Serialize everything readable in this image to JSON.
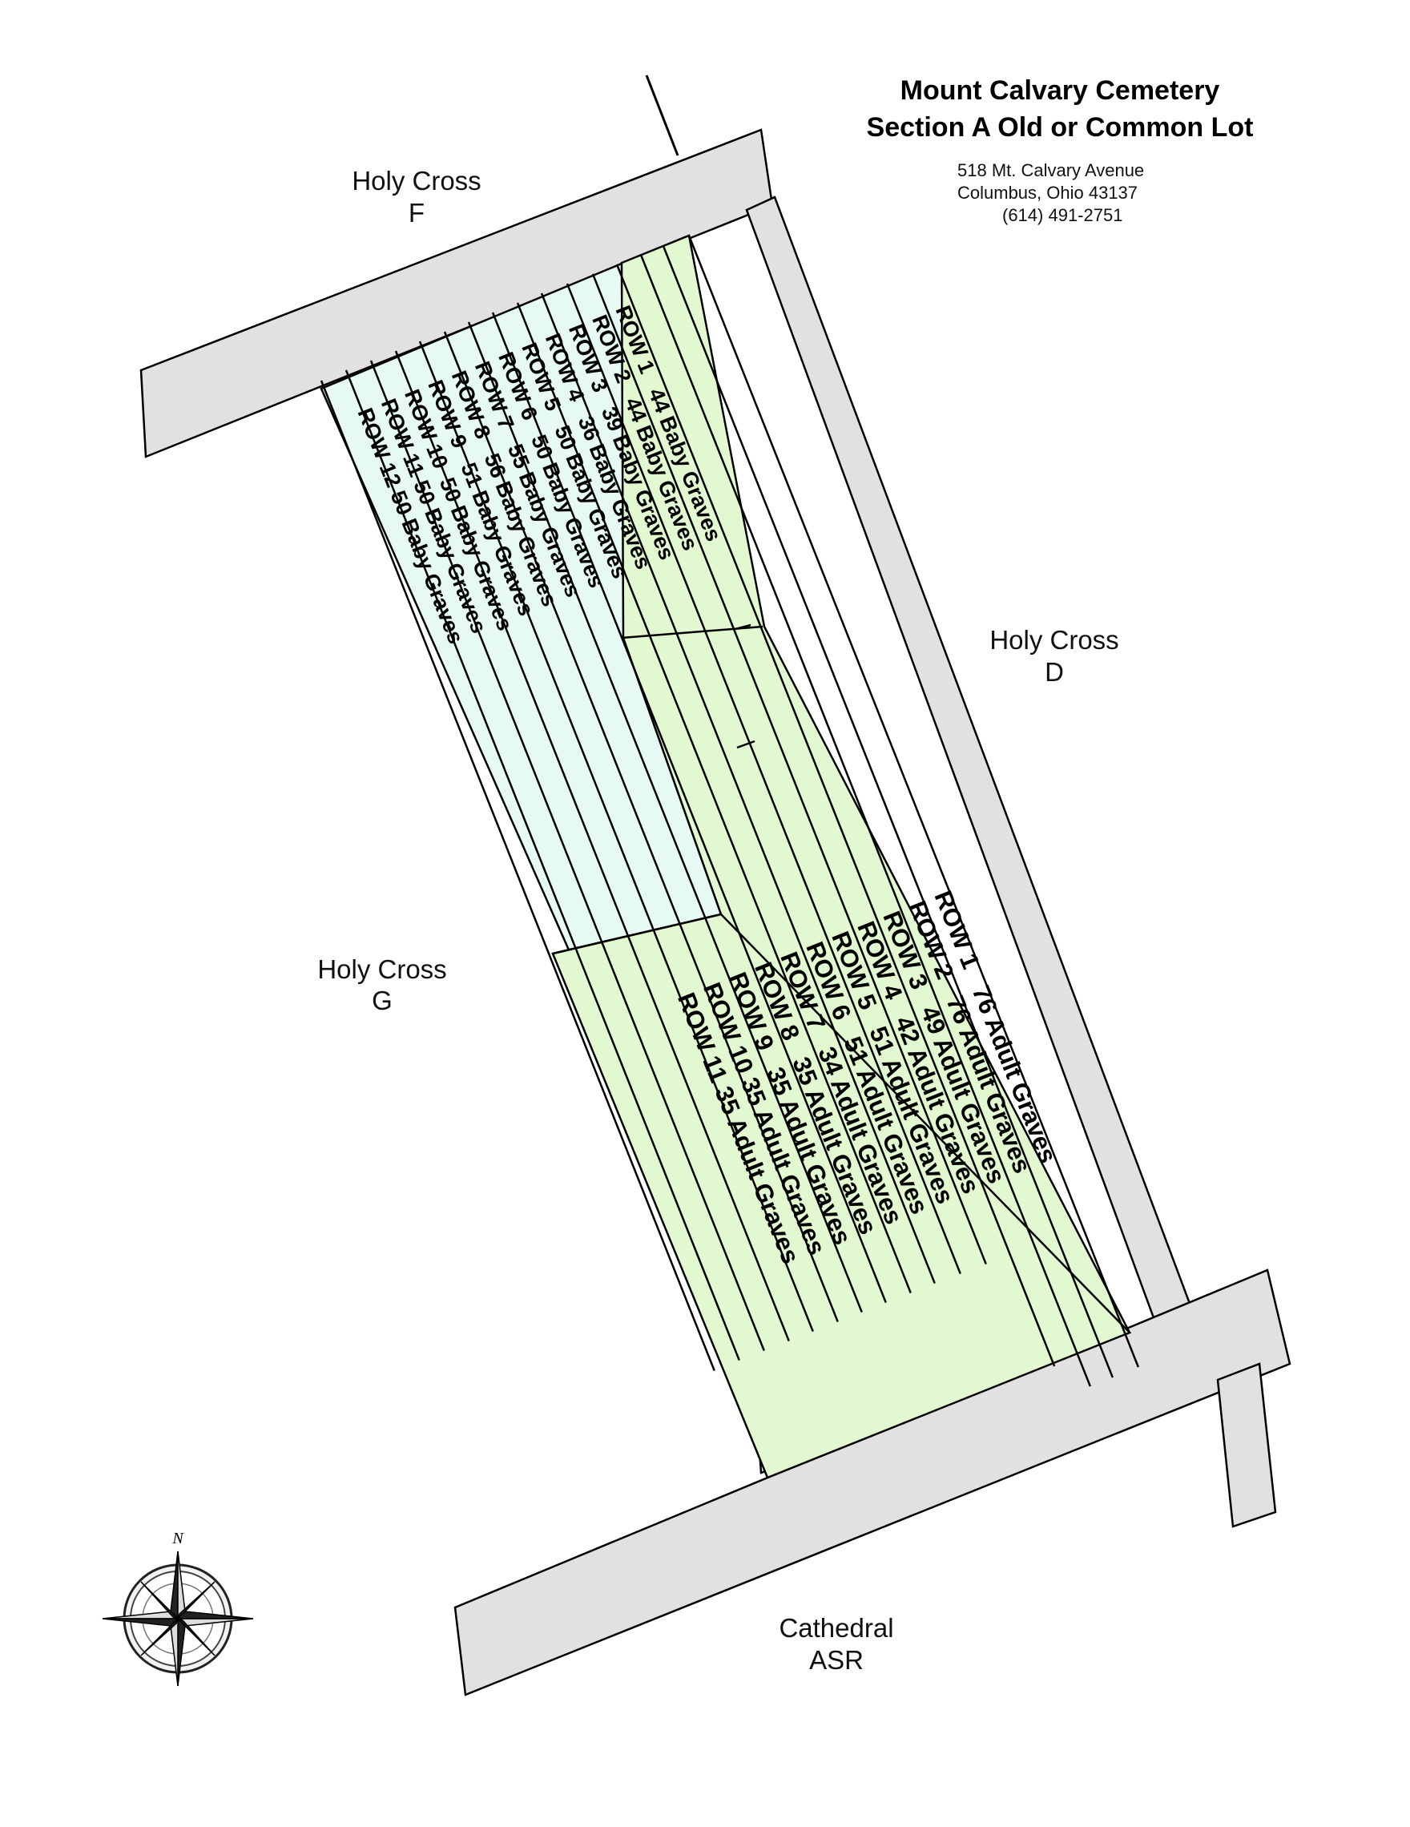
{
  "header": {
    "title_line1": "Mount Calvary Cemetery",
    "title_line2": "Section A Old or Common Lot",
    "address_line1": "518 Mt. Calvary Avenue",
    "address_line2": "Columbus, Ohio 43137",
    "phone": "(614) 491-2751"
  },
  "neighbors": {
    "holy_cross_f": {
      "line1": "Holy Cross",
      "line2": "F"
    },
    "holy_cross_d": {
      "line1": "Holy Cross",
      "line2": "D"
    },
    "holy_cross_g": {
      "line1": "Holy Cross",
      "line2": "G"
    },
    "cathedral_asr": {
      "line1": "Cathedral",
      "line2": "ASR"
    }
  },
  "baby_rows": [
    "ROW 1   44 Baby Graves",
    "ROW 2   44 Baby Graves",
    "ROW 3   39 Baby Graves",
    "ROW 4   36 Baby Graves",
    "ROW 5   50 Baby Graves",
    "ROW 6   50 Baby Graves",
    "ROW 7   55 Baby Graves",
    "ROW 8   56 Baby Graves",
    "ROW 9   51 Baby Graves",
    "ROW 10  50 Baby Graves",
    "ROW 11 50 Baby Graves",
    "ROW 12 50 Baby Graves"
  ],
  "adult_rows": [
    "ROW 1   76 Adult Graves",
    "ROW 2   76 Adult Graves",
    "ROW 3   49 Adult Graves",
    "ROW 4   42 Adult Graves",
    "ROW 5   51 Adult Graves",
    "ROW 6   51 Adult Graves",
    "ROW 7   34 Adult Graves",
    "ROW 8   35 Adult Graves",
    "ROW 9   35 Adult Graves",
    "ROW 10 35 Adult Graves",
    "ROW 11 35 Adult Graves"
  ],
  "compass": {
    "north_label": "N"
  },
  "colors": {
    "baby_plot": "#e6faf3",
    "adult_plot": "#e2f8d0",
    "road": "#e1e1e1"
  }
}
